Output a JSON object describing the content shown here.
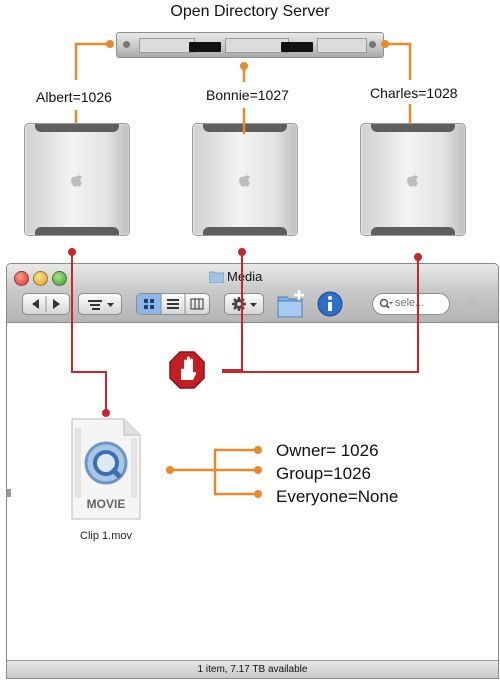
{
  "diagram": {
    "title": "Open Directory Server",
    "users": [
      {
        "name": "Albert=1026"
      },
      {
        "name": "Bonnie=1027"
      },
      {
        "name": "Charles=1028"
      }
    ],
    "permissions": [
      "Owner= 1026",
      "Group=1026",
      "Everyone=None"
    ],
    "colors": {
      "orange": "#e8892b",
      "red": "#c7262b",
      "stop": "#c21f24"
    }
  },
  "window": {
    "title": "Media",
    "search_placeholder": "sele...",
    "status": "1 item, 7.17 TB available",
    "file": {
      "name": "Clip 1.mov",
      "badge": "MOVIE"
    },
    "icons": [
      "back-icon",
      "forward-icon",
      "arrange-icon",
      "icon-view-icon",
      "list-view-icon",
      "column-view-icon",
      "action-gear-icon",
      "new-folder-icon",
      "info-icon",
      "search-icon",
      "eject-icon",
      "stop-hand-icon"
    ]
  }
}
